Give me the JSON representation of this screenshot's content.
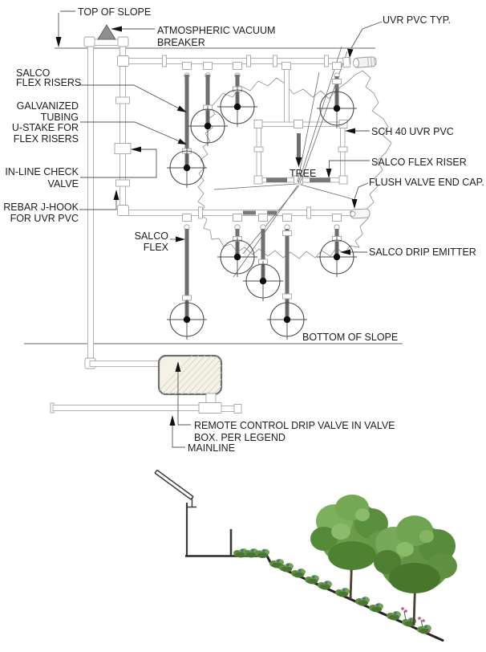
{
  "diagram": {
    "labels": {
      "top_of_slope": "TOP OF SLOPE",
      "atmospheric_vacuum_1": "ATMOSPHERIC VACUUM",
      "atmospheric_vacuum_2": "BREAKER",
      "uvr_pvc_typ": "UVR PVC TYP.",
      "salco_flex_risers_1": "SALCO",
      "salco_flex_risers_2": "FLEX RISERS",
      "galvanized_1": "GALVANIZED",
      "galvanized_2": "TUBING",
      "ustake_1": "U-STAKE FOR",
      "ustake_2": "FLEX RISERS",
      "sch40_uvr_pvc": "SCH 40 UVR PVC",
      "inline_check_1": "IN-LINE CHECK",
      "inline_check_2": "VALVE",
      "tree": "TREE",
      "salco_flex_riser": "SALCO FLEX RISER",
      "flush_valve_end_cap": "FLUSH VALVE END  CAP.",
      "rebar_jhook_1": "REBAR J-HOOK",
      "rebar_jhook_2": "FOR UVR PVC",
      "salco_flex_1": "SALCO",
      "salco_flex_2": "FLEX",
      "salco_drip_emitter": "SALCO DRIP EMITTER",
      "bottom_of_slope": "BOTTOM OF SLOPE",
      "remote_valve_1": "REMOTE CONTROL DRIP VALVE IN VALVE",
      "remote_valve_2": "BOX. PER LEGEND",
      "mainline": "MAINLINE"
    },
    "colors": {
      "pipe_gray": "#b3b3b3",
      "riser_gray": "#6f6f6f",
      "text_dark": "#1c1c1c",
      "leader": "#555555",
      "canopy_outline": "#999999",
      "valve_box_fill": "#f4f1e7",
      "avb_fill": "#8f8f8f",
      "tree_green": "#639345",
      "shrub_green": "#56883a",
      "flower_blue": "#4f63a8",
      "flower_pink": "#c75090"
    }
  }
}
